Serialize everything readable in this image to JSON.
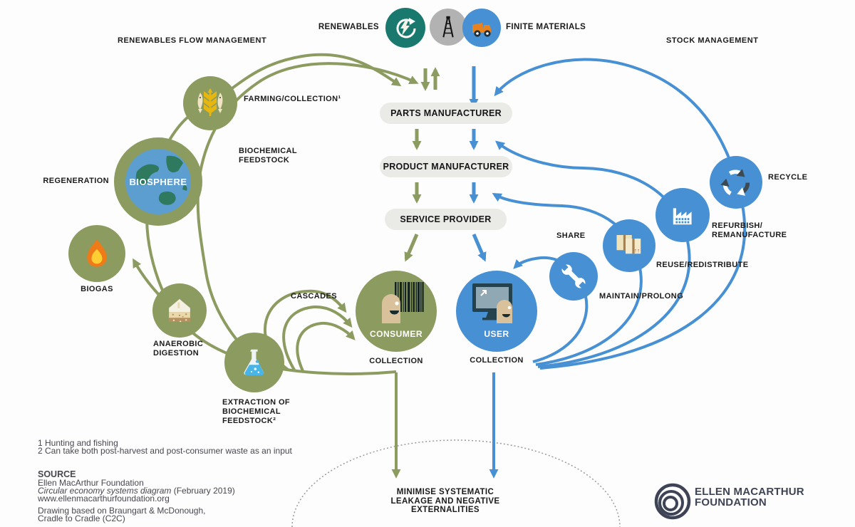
{
  "colors": {
    "green_loop": "#8C9B60",
    "blue_loop": "#4790D4",
    "renewables_teal": "#19796F",
    "finite_gray": "#B2B2B2",
    "finite_blue": "#4790D4",
    "pill_bg": "#EAEAE6",
    "text_dark": "#1B1B1B",
    "footnote_gray": "#47484F",
    "logo_navy": "#3E4456"
  },
  "top": {
    "renewables_label": "RENEWABLES",
    "finite_label": "FINITE MATERIALS"
  },
  "headers": {
    "left": "RENEWABLES FLOW MANAGEMENT",
    "right": "STOCK MANAGEMENT"
  },
  "chain": {
    "parts": "PARTS MANUFACTURER",
    "product": "PRODUCT MANUFACTURER",
    "service": "SERVICE PROVIDER"
  },
  "left_loop": {
    "farming": "FARMING/COLLECTION¹",
    "biochemical_feedstock": "BIOCHEMICAL\nFEEDSTOCK",
    "regeneration": "REGENERATION",
    "biosphere": "BIOSPHERE",
    "biogas": "BIOGAS",
    "anaerobic": "ANAEROBIC\nDIGESTION",
    "extraction": "EXTRACTION OF\nBIOCHEMICAL\nFEEDSTOCK²",
    "cascades": "CASCADES",
    "consumer": "CONSUMER",
    "collection": "COLLECTION"
  },
  "right_loop": {
    "recycle": "RECYCLE",
    "refurbish": "REFURBISH/\nREMANUFACTURE",
    "reuse": "REUSE/REDISTRIBUTE",
    "share": "SHARE",
    "maintain": "MAINTAIN/PROLONG",
    "user": "USER",
    "collection": "COLLECTION"
  },
  "bottom": {
    "leakage": "MINIMISE SYSTEMATIC\nLEAKAGE AND NEGATIVE\nEXTERNALITIES",
    "footnote1": "1 Hunting and fishing",
    "footnote2": "2 Can take both post-harvest and post-consumer waste as an input",
    "source_title": "SOURCE",
    "source_org": "Ellen MacArthur Foundation",
    "source_diagram_italic": "Circular economy systems diagram",
    "source_date": " (February 2019)",
    "source_url": "www.ellenmacarthurfoundation.org",
    "source_credit1": "Drawing based on Braungart & McDonough,",
    "source_credit2": "Cradle to Cradle (C2C)"
  },
  "logo": {
    "line1": "ELLEN MACARTHUR",
    "line2": "FOUNDATION"
  }
}
